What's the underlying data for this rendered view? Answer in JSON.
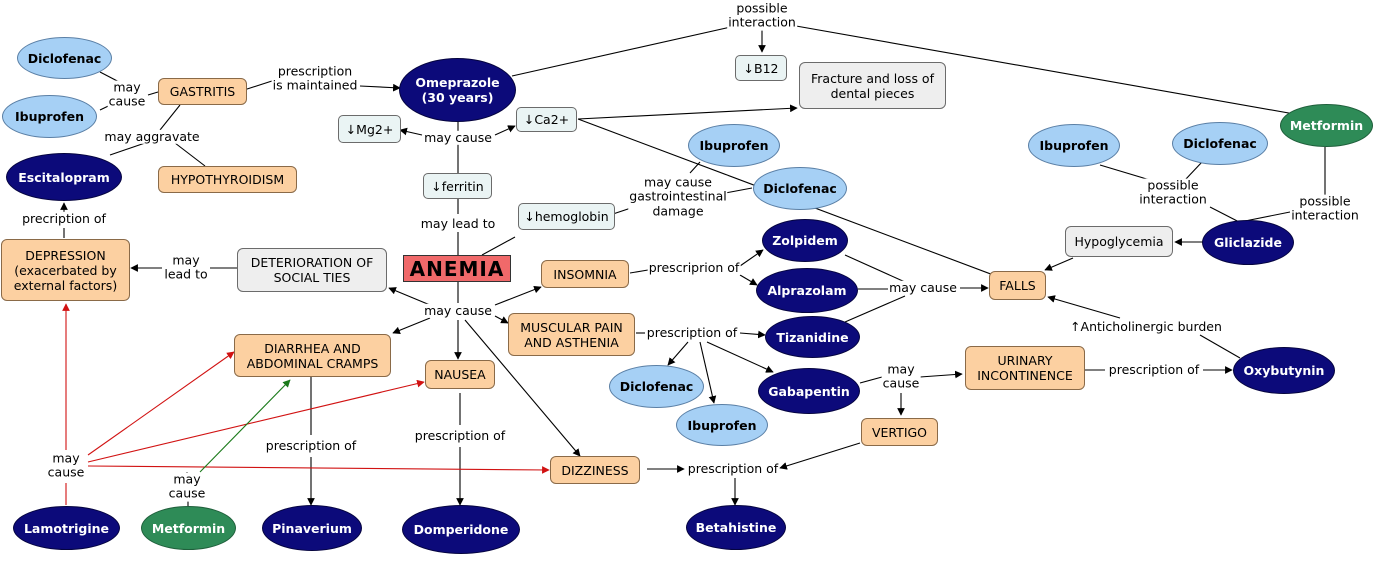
{
  "nodes": {
    "diclofenac_1": "Diclofenac",
    "ibuprofen_1": "Ibuprofen",
    "gastritis": "GASTRITIS",
    "omeprazole": "Omeprazole\n(30 years)",
    "b12": "↓B12",
    "fracture": "Fracture and loss of\ndental pieces",
    "metformin_1": "Metformin",
    "mg2": "↓Mg2+",
    "ca2": "↓Ca2+",
    "escitalopram": "Escitalopram",
    "hypothyroidism": "HYPOTHYROIDISM",
    "ferritin": "↓ferritin",
    "ibuprofen_2": "Ibuprofen",
    "diclofenac_2": "Diclofenac",
    "hemoglobin": "↓hemoglobin",
    "ibuprofen_3": "Ibuprofen",
    "diclofenac_3": "Diclofenac",
    "depression": "DEPRESSION\n(exacerbated by\nexternal factors)",
    "deterioration": "DETERIORATION OF\nSOCIAL TIES",
    "anemia": "ANEMIA",
    "insomnia": "INSOMNIA",
    "zolpidem": "Zolpidem",
    "alprazolam": "Alprazolam",
    "falls": "FALLS",
    "hypoglycemia": "Hypoglycemia",
    "gliclazide": "Gliclazide",
    "muscular": "MUSCULAR PAIN\nAND ASTHENIA",
    "tizanidine": "Tizanidine",
    "diarrhea": "DIARRHEA AND\nABDOMINAL CRAMPS",
    "nausea": "NAUSEA",
    "urinary": "URINARY\nINCONTINENCE",
    "oxybutynin": "Oxybutynin",
    "diclofenac_4": "Diclofenac",
    "gabapentin": "Gabapentin",
    "ibuprofen_4": "Ibuprofen",
    "vertigo": "VERTIGO",
    "dizziness": "DIZZINESS",
    "lamotrigine": "Lamotrigine",
    "metformin_2": "Metformin",
    "pinaverium": "Pinaverium",
    "domperidone": "Domperidone",
    "betahistine": "Betahistine"
  },
  "labels": {
    "possible_interaction_top": "possible\ninteraction",
    "may_cause_nsaid": "may\ncause",
    "prescription_maintained": "prescription\nis maintained",
    "may_cause_omeprazole": "may cause",
    "may_aggravate": "may aggravate",
    "may_cause_gastro": "may cause\ngastrointestinal\ndamage",
    "possible_interaction_right1": "possible\ninteraction",
    "possible_interaction_right2": "possible\ninteraction",
    "may_lead_to_anemia": "may lead to",
    "prescription_of_escitalopram": "precription of",
    "may_lead_to_depression": "may\nlead to",
    "prescripion_of_insomnia": "prescriprion of",
    "may_cause_falls": "may cause",
    "may_cause_anemia": "may cause",
    "anticholinergic": "↑Anticholinergic burden",
    "prescription_of_muscular": "prescription of",
    "may_cause_gabapentin": "may\ncause",
    "prescription_of_urinary": "prescription of",
    "prescription_of_diarrhea": "prescription of",
    "prescription_of_nausea": "prescription of",
    "prescription_of_dizziness": "prescription of",
    "may_cause_lamotrigine": "may\ncause",
    "may_cause_metformin": "may\ncause"
  },
  "colors": {
    "problem": "#fcd0a1",
    "lab_value": "#eaf4f4",
    "outcome": "#eeeeee",
    "nsaid": "#a6d0f5",
    "drug": "#0c0a7a",
    "metformin": "#2e8b57",
    "anemia": "#f0696a",
    "red_edge": "#d11212",
    "green_edge": "#1a7a1a"
  }
}
